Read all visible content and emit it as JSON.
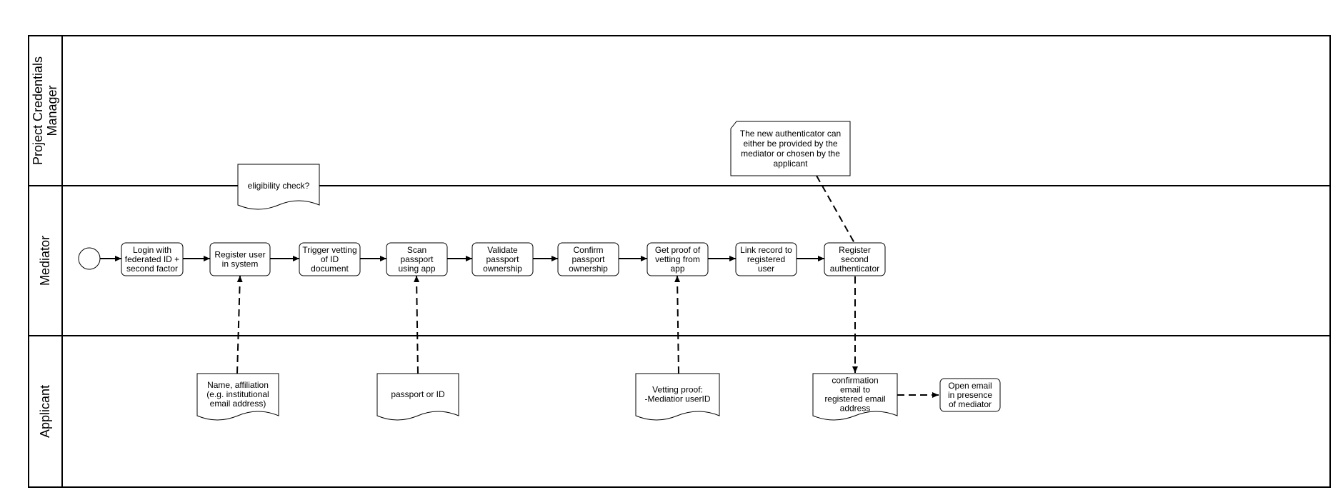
{
  "diagram": {
    "lanes": [
      {
        "id": "pcm",
        "label_lines": [
          "Project Credentials",
          "Manager"
        ]
      },
      {
        "id": "mediator",
        "label_lines": [
          "Mediator"
        ]
      },
      {
        "id": "applicant",
        "label_lines": [
          "Applicant"
        ]
      }
    ],
    "start_event": {
      "id": "start",
      "type": "start-event"
    },
    "tasks": [
      {
        "id": "t1",
        "lines": [
          "Login with",
          "federated ID +",
          "second factor"
        ]
      },
      {
        "id": "t2",
        "lines": [
          "Register user",
          "in system"
        ]
      },
      {
        "id": "t3",
        "lines": [
          "Trigger vetting",
          "of  ID",
          "document"
        ]
      },
      {
        "id": "t4",
        "lines": [
          "Scan",
          "passport",
          "using app"
        ]
      },
      {
        "id": "t5",
        "lines": [
          "Validate",
          "passport",
          "ownership"
        ]
      },
      {
        "id": "t6",
        "lines": [
          "Confirm",
          "passport",
          "ownership"
        ]
      },
      {
        "id": "t7",
        "lines": [
          "Get proof of",
          "vetting from",
          "app"
        ]
      },
      {
        "id": "t8",
        "lines": [
          "Link record to",
          "registered",
          "user"
        ]
      },
      {
        "id": "t9",
        "lines": [
          "Register",
          "second",
          "authenticator"
        ]
      },
      {
        "id": "t10",
        "lines": [
          "Open email",
          "in presence",
          "of mediator"
        ]
      }
    ],
    "documents": [
      {
        "id": "d0",
        "lines": [
          "eligibility check?"
        ]
      },
      {
        "id": "d1",
        "lines": [
          "Name, affiliation",
          "(e.g. institutional",
          "email address)"
        ]
      },
      {
        "id": "d2",
        "lines": [
          "passport or ID"
        ]
      },
      {
        "id": "d3",
        "lines": [
          "Vetting proof:",
          "-Mediatior userID"
        ]
      },
      {
        "id": "d4",
        "lines": [
          "confirmation",
          "email to",
          "registered email",
          "address"
        ]
      }
    ],
    "annotation": {
      "id": "note",
      "lines": [
        "The new authenticator can",
        "either be provided by the",
        "mediator or chosen by the",
        "applicant"
      ]
    },
    "sequence_flows": [
      [
        "start",
        "t1"
      ],
      [
        "t1",
        "t2"
      ],
      [
        "t2",
        "t3"
      ],
      [
        "t3",
        "t4"
      ],
      [
        "t4",
        "t5"
      ],
      [
        "t5",
        "t6"
      ],
      [
        "t6",
        "t7"
      ],
      [
        "t7",
        "t8"
      ],
      [
        "t8",
        "t9"
      ]
    ],
    "associations": [
      {
        "from": "d1",
        "to": "t2",
        "arrow": true
      },
      {
        "from": "d2",
        "to": "t4",
        "arrow": true
      },
      {
        "from": "d3",
        "to": "t7",
        "arrow": true
      },
      {
        "from": "t9",
        "to": "d4",
        "arrow": true
      },
      {
        "from": "d4",
        "to": "t10",
        "arrow": true
      },
      {
        "from": "note",
        "to": "t9",
        "arrow": false
      }
    ]
  }
}
